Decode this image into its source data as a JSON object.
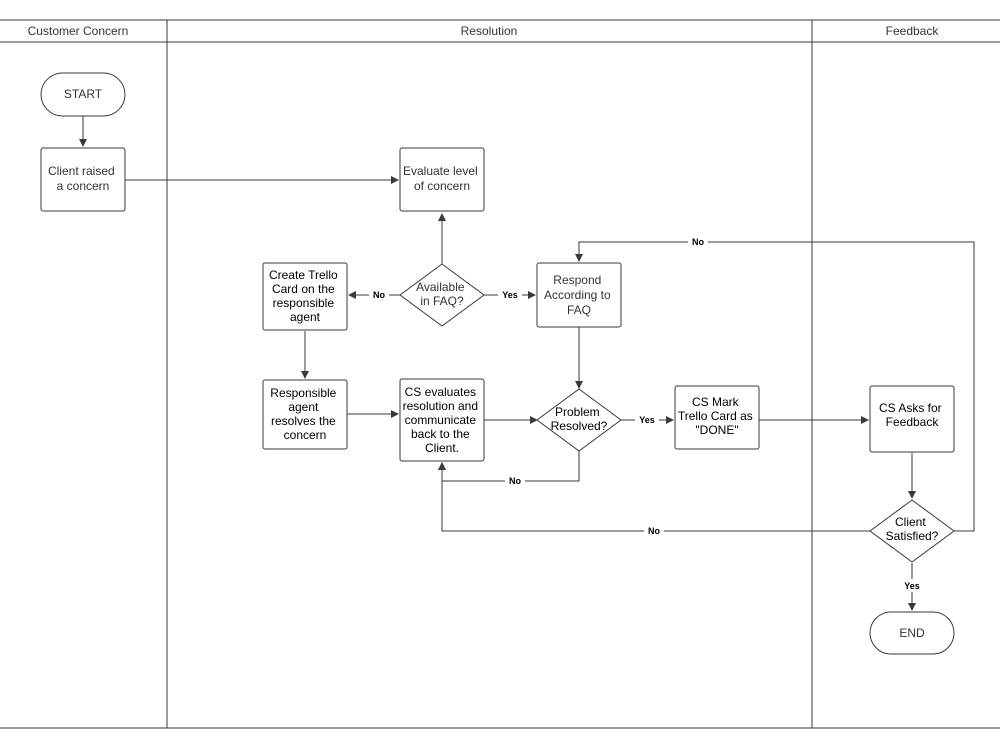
{
  "lanes": {
    "customer": "Customer Concern",
    "resolution": "Resolution",
    "feedback": "Feedback"
  },
  "nodes": {
    "start": [
      "START"
    ],
    "client_raised": [
      "Client raised",
      "a concern"
    ],
    "evaluate_level": [
      "Evaluate level",
      "of concern"
    ],
    "available_faq": [
      "Available",
      "in FAQ?"
    ],
    "create_trello": [
      "Create Trello",
      "Card on the",
      "responsible",
      "agent"
    ],
    "respond_faq": [
      "Respond",
      "According to",
      "FAQ"
    ],
    "agent_resolves": [
      "Responsible",
      "agent",
      "resolves the",
      "concern"
    ],
    "cs_evaluates": [
      "CS evaluates",
      "resolution and",
      "communicate",
      "back to the",
      "Client."
    ],
    "problem_resolved": [
      "Problem",
      "Resolved?"
    ],
    "cs_mark_done": [
      "CS Mark",
      "Trello Card as",
      "\"DONE\""
    ],
    "cs_feedback": [
      "CS Asks for",
      "Feedback"
    ],
    "client_satisfied": [
      "Client",
      "Satisfied?"
    ],
    "end": [
      "END"
    ]
  },
  "edge_labels": {
    "faq_no": "No",
    "faq_yes": "Yes",
    "resolved_yes": "Yes",
    "resolved_no": "No",
    "satisfied_no_bottom": "No",
    "satisfied_no_top": "No",
    "satisfied_yes": "Yes"
  },
  "colors": {
    "stroke": "#3a3a3a",
    "fill": "#ffffff",
    "text": "#000000"
  }
}
